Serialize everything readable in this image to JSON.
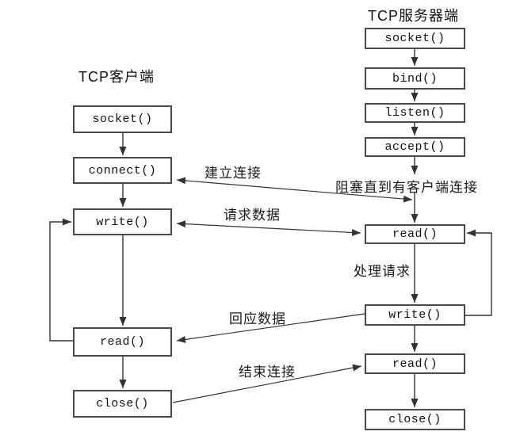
{
  "diagram": {
    "client": {
      "title": "TCP客户端",
      "boxes": [
        "socket()",
        "connect()",
        "write()",
        "read()",
        "close()"
      ]
    },
    "server": {
      "title": "TCP服务器端",
      "boxes": [
        "socket()",
        "bind()",
        "listen()",
        "accept()",
        "read()",
        "write()",
        "read()",
        "close()"
      ]
    },
    "labels": {
      "establish_connection": "建立连接",
      "request_data": "请求数据",
      "block_until_client": "阻塞直到有客户端连接",
      "process_request": "处理请求",
      "response_data": "回应数据",
      "end_connection": "结束连接"
    },
    "colors": {
      "line": "#333333",
      "box_border": "#4a4a4a",
      "text": "#111111",
      "background": "#ffffff"
    }
  }
}
